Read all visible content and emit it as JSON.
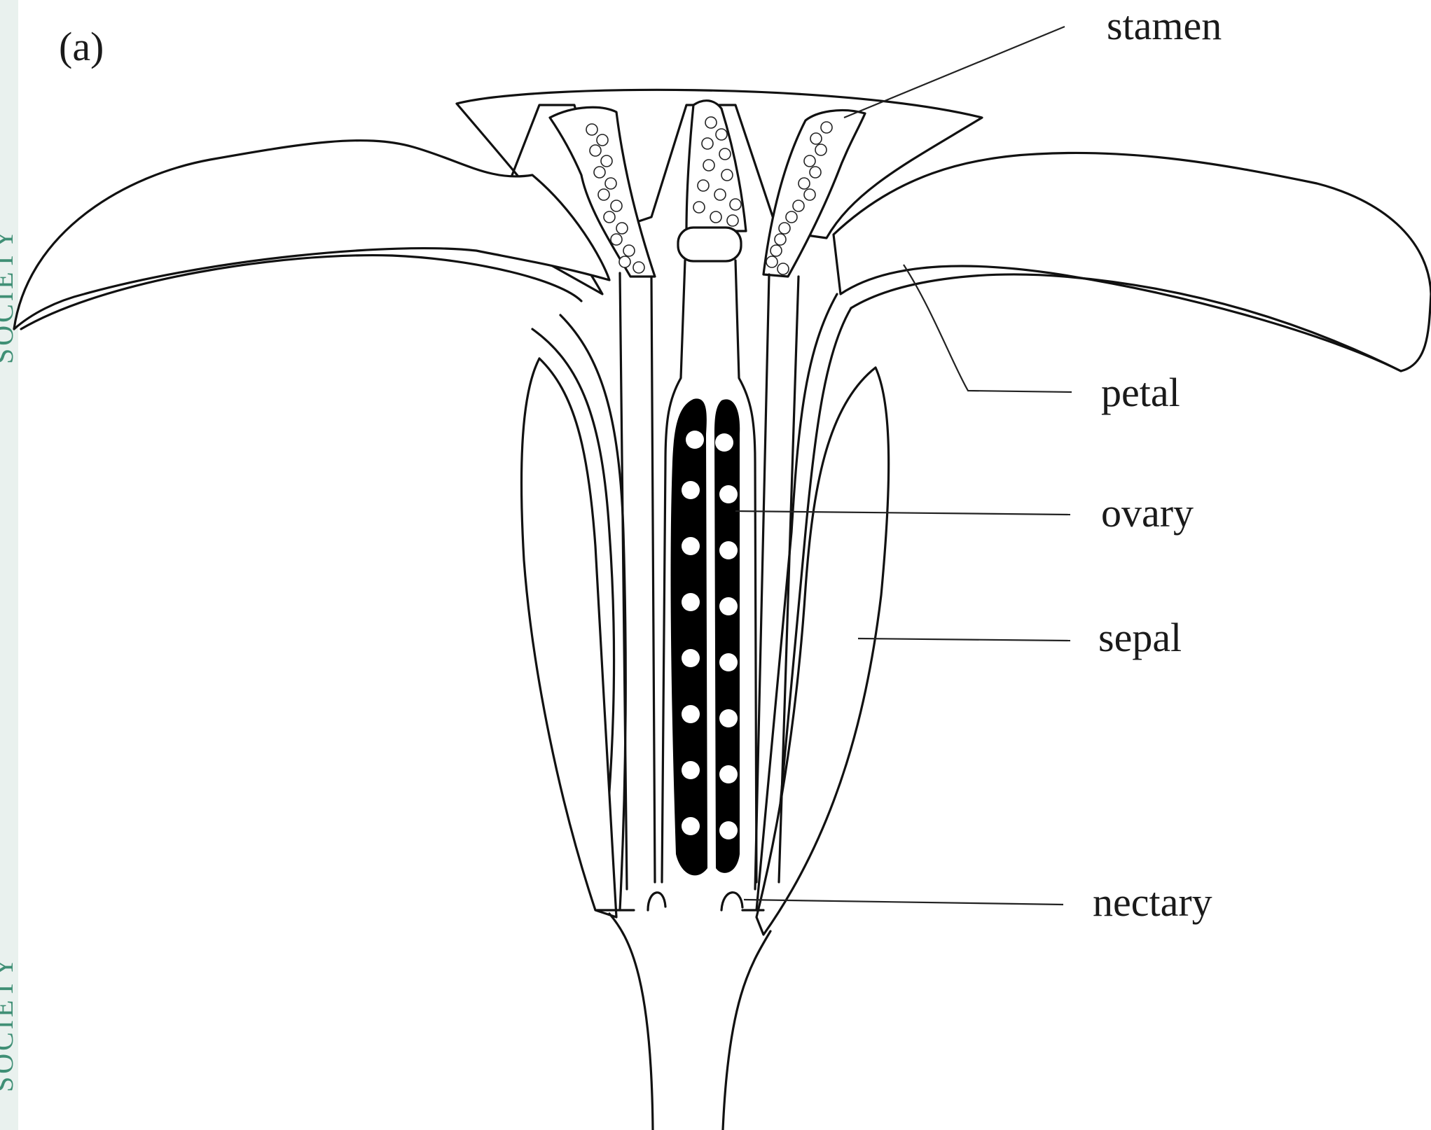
{
  "panel_label": "(a)",
  "labels": {
    "stamen": "stamen",
    "petal": "petal",
    "ovary": "ovary",
    "sepal": "sepal",
    "nectary": "nectary"
  },
  "watermark": {
    "text_top": "SOCIETY",
    "text_bottom": "SOCIETY",
    "color": "#3f8f75"
  }
}
